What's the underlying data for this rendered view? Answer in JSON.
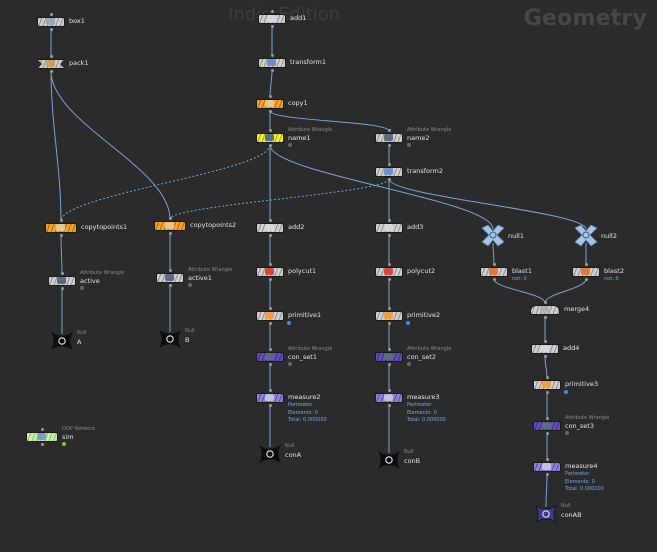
{
  "network": {
    "context_title": "Geometry",
    "edition_label": "Indie Edition"
  },
  "nodes": [
    {
      "id": "box1",
      "label": "box1",
      "color": "gray",
      "icon": "box-icon"
    },
    {
      "id": "pack1",
      "label": "pack1",
      "color": "gray",
      "icon": "pack-icon"
    },
    {
      "id": "add1",
      "label": "add1",
      "color": "gray",
      "icon": "add-icon"
    },
    {
      "id": "transform1",
      "label": "transform1",
      "color": "gray",
      "icon": "transform-icon"
    },
    {
      "id": "copy1",
      "label": "copy1",
      "color": "orange",
      "icon": "copy-icon"
    },
    {
      "id": "name1",
      "label": "name1",
      "color": "yellow",
      "icon": "wrangle-icon",
      "type": "Attribute Wrangle"
    },
    {
      "id": "name2",
      "label": "name2",
      "color": "gray",
      "icon": "wrangle-icon",
      "type": "Attribute Wrangle"
    },
    {
      "id": "transform2",
      "label": "transform2",
      "color": "gray",
      "icon": "transform-icon"
    },
    {
      "id": "copytopoints1",
      "label": "copytopoints1",
      "color": "orange",
      "icon": "copy-icon"
    },
    {
      "id": "copytopoints2",
      "label": "copytopoints2",
      "color": "orange",
      "icon": "copy-icon"
    },
    {
      "id": "active",
      "label": "active",
      "color": "gray",
      "icon": "wrangle-icon",
      "type": "Attribute Wrangle"
    },
    {
      "id": "active1",
      "label": "active1",
      "color": "gray",
      "icon": "wrangle-icon",
      "type": "Attribute Wrangle"
    },
    {
      "id": "A",
      "label": "A",
      "color": "null",
      "icon": "null-icon",
      "type": "Null"
    },
    {
      "id": "B",
      "label": "B",
      "color": "null",
      "icon": "null-icon",
      "type": "Null"
    },
    {
      "id": "sim",
      "label": "sim",
      "color": "green",
      "icon": "dop-icon",
      "type": "DOP Network"
    },
    {
      "id": "add2",
      "label": "add2",
      "color": "gray",
      "icon": "add-icon"
    },
    {
      "id": "polycut1",
      "label": "polycut1",
      "color": "gray",
      "icon": "polycut-icon"
    },
    {
      "id": "primitive1",
      "label": "primitive1",
      "color": "gray",
      "icon": "primitive-icon"
    },
    {
      "id": "con_set1",
      "label": "con_set1",
      "color": "purpledark",
      "icon": "wrangle-icon",
      "type": "Attribute Wrangle"
    },
    {
      "id": "measure2",
      "label": "measure2",
      "color": "purple",
      "icon": "measure-icon",
      "info": [
        "Perimeter",
        "Elements: 0",
        "Total: 0.000000"
      ]
    },
    {
      "id": "conA",
      "label": "conA",
      "color": "null",
      "icon": "null-icon",
      "type": "Null"
    },
    {
      "id": "add3",
      "label": "add3",
      "color": "gray",
      "icon": "add-icon"
    },
    {
      "id": "polycut2",
      "label": "polycut2",
      "color": "gray",
      "icon": "polycut-icon"
    },
    {
      "id": "primitive2",
      "label": "primitive2",
      "color": "gray",
      "icon": "primitive-icon"
    },
    {
      "id": "con_set2",
      "label": "con_set2",
      "color": "purpledark",
      "icon": "wrangle-icon",
      "type": "Attribute Wrangle"
    },
    {
      "id": "measure3",
      "label": "measure3",
      "color": "purple",
      "icon": "measure-icon",
      "info": [
        "Perimeter",
        "Elements: 0",
        "Total: 0.000000"
      ]
    },
    {
      "id": "conB",
      "label": "conB",
      "color": "null",
      "icon": "null-icon",
      "type": "Null"
    },
    {
      "id": "null1",
      "label": "null1",
      "color": "x",
      "icon": "null-x-icon"
    },
    {
      "id": "null2",
      "label": "null2",
      "color": "x",
      "icon": "null-x-icon"
    },
    {
      "id": "blast1",
      "label": "blast1",
      "color": "gray",
      "icon": "blast-icon",
      "info": [
        "not: 0"
      ]
    },
    {
      "id": "blast2",
      "label": "blast2",
      "color": "gray",
      "icon": "blast-icon",
      "info": [
        "not: 0"
      ]
    },
    {
      "id": "merge4",
      "label": "merge4",
      "color": "gray",
      "icon": "merge-icon"
    },
    {
      "id": "add4",
      "label": "add4",
      "color": "gray",
      "icon": "add-icon"
    },
    {
      "id": "primitive3",
      "label": "primitive3",
      "color": "gray",
      "icon": "primitive-icon"
    },
    {
      "id": "con_set3",
      "label": "con_set3",
      "color": "purpledark",
      "icon": "wrangle-icon",
      "type": "Attribute Wrangle"
    },
    {
      "id": "measure4",
      "label": "measure4",
      "color": "purple",
      "icon": "measure-icon",
      "info": [
        "Perimeter",
        "Elements: 0",
        "Total: 0.000000"
      ]
    },
    {
      "id": "conAB",
      "label": "conAB",
      "color": "nullpurple",
      "icon": "null-icon",
      "type": "Null"
    }
  ],
  "colors": {
    "background": "#2b2b2b",
    "wire": "#7ea4d4",
    "orange": "#f3a22a",
    "yellow": "#f1ef2e",
    "purple": "#8f82d6",
    "green": "#c8f0a8",
    "info_text": "#77a6e3"
  }
}
